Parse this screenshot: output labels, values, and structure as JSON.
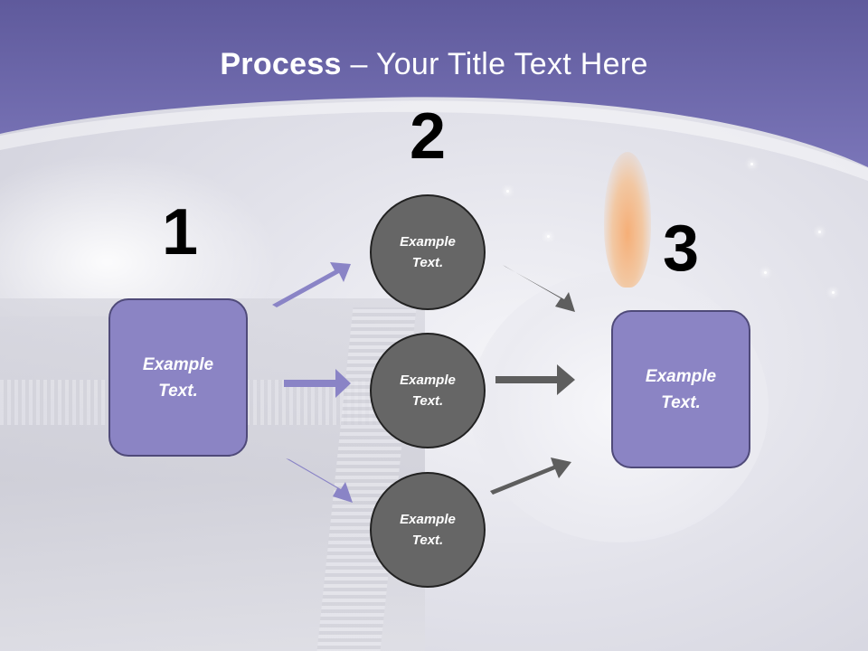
{
  "slide": {
    "title_bold": "Process",
    "title_rest": " – Your Title Text Here",
    "steps": [
      {
        "number": "1",
        "text": "Example\nText."
      },
      {
        "number": "2",
        "items": [
          "Example\nText.",
          "Example\nText.",
          "Example\nText."
        ]
      },
      {
        "number": "3",
        "text": "Example\nText."
      }
    ]
  },
  "colors": {
    "header_band": "#7570b3",
    "box_fill": "#8b84c4",
    "circle_fill": "#666666",
    "arrow_in": "#8a84c6",
    "arrow_out": "#5e5e5e"
  }
}
